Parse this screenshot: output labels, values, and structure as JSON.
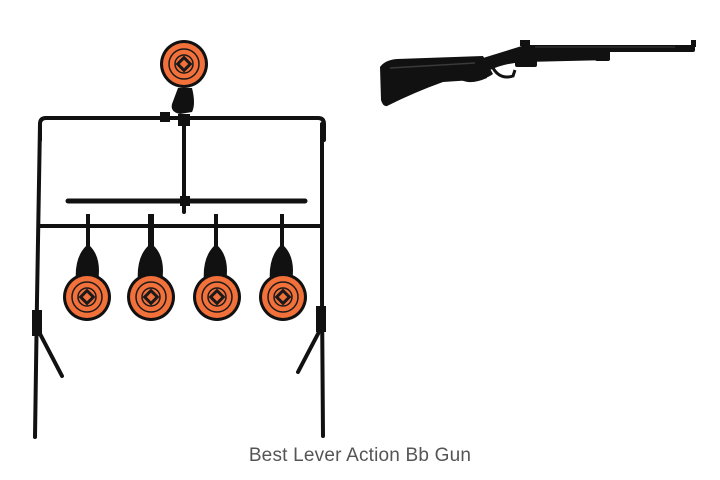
{
  "image": {
    "caption": "Best Lever Action Bb Gun",
    "objects": [
      {
        "name": "resetting-spinner-target-stand",
        "icon": "spinner-target-icon"
      },
      {
        "name": "bb-gun-rifle",
        "icon": "rifle-icon"
      }
    ]
  },
  "colors": {
    "background": "#ffffff",
    "metal": "#111111",
    "target_orange": "#f2703a",
    "target_ring": "#1a1a1a",
    "caption_text": "#555555"
  }
}
